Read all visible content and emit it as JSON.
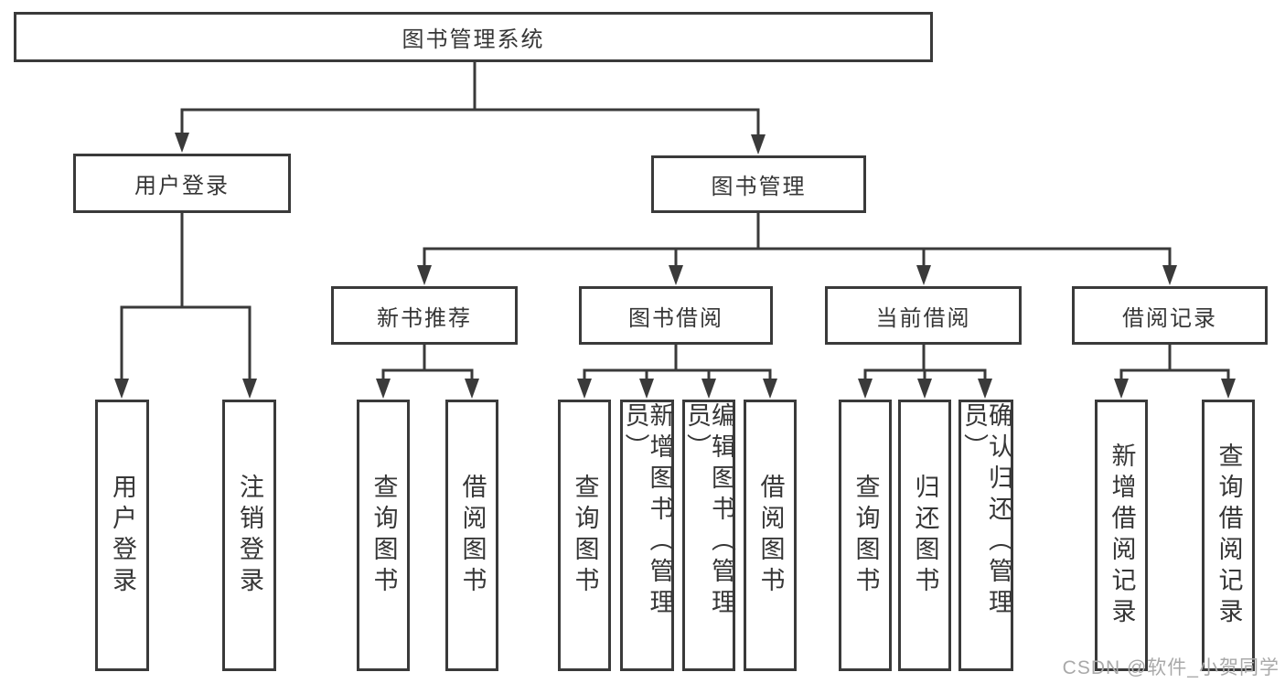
{
  "diagram": {
    "root": {
      "label": "图书管理系统",
      "children": [
        {
          "label": "用户登录",
          "children": [
            {
              "label": "用户登录"
            },
            {
              "label": "注销登录"
            }
          ]
        },
        {
          "label": "图书管理",
          "children": [
            {
              "label": "新书推荐",
              "children": [
                {
                  "label": "查询图书"
                },
                {
                  "label": "借阅图书"
                }
              ]
            },
            {
              "label": "图书借阅",
              "children": [
                {
                  "label": "查询图书"
                },
                {
                  "label": "新增图书（管理员）"
                },
                {
                  "label": "编辑图书（管理员）"
                },
                {
                  "label": "借阅图书"
                }
              ]
            },
            {
              "label": "当前借阅",
              "children": [
                {
                  "label": "查询图书"
                },
                {
                  "label": "归还图书"
                },
                {
                  "label": "确认归还（管理员）"
                }
              ]
            },
            {
              "label": "借阅记录",
              "children": [
                {
                  "label": "新增借阅记录"
                },
                {
                  "label": "查询借阅记录"
                }
              ]
            }
          ]
        }
      ]
    }
  },
  "watermark": {
    "text": "CSDN @软件_小贺同学"
  },
  "colors": {
    "line": "#3a3a3a",
    "box_border": "#3a3a3a",
    "text": "#363636",
    "watermark": "#a9a9a9",
    "background": "#ffffff"
  }
}
